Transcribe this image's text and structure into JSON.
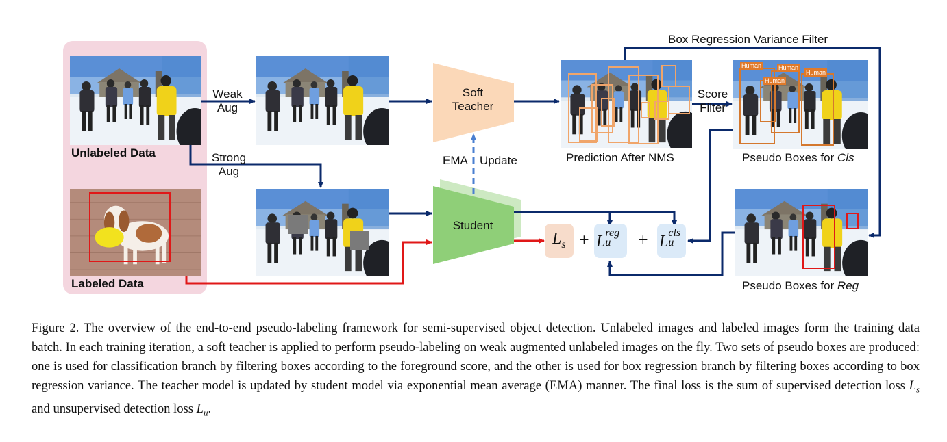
{
  "labels": {
    "unlabeled_data": "Unlabeled Data",
    "labeled_data": "Labeled Data",
    "weak_aug_1": "Weak",
    "weak_aug_2": "Aug",
    "strong_aug_1": "Strong",
    "strong_aug_2": "Aug",
    "soft_teacher_1": "Soft",
    "soft_teacher_2": "Teacher",
    "student": "Student",
    "ema_1": "EMA",
    "ema_2": "Update",
    "prediction_after_nms": "Prediction After NMS",
    "score_filter_1": "Score",
    "score_filter_2": "Filter",
    "box_regression_variance_filter": "Box Regression Variance Filter",
    "pseudo_boxes_cls_prefix": "Pseudo Boxes for ",
    "pseudo_boxes_cls_em": "Cls",
    "pseudo_boxes_reg_prefix": "Pseudo Boxes for ",
    "pseudo_boxes_reg_em": "Reg",
    "human": "Human"
  },
  "losses": {
    "ls_main": "L",
    "ls_sub": "s",
    "plus": "+",
    "lu_main": "L",
    "lu_sub": "u",
    "lu_reg_sup": "reg",
    "lu_cls_sup": "cls"
  },
  "caption": {
    "text_1": "Figure 2. The overview of the end-to-end pseudo-labeling framework for semi-supervised object detection. Unlabeled images and labeled images form the training data batch. In each training iteration, a soft teacher is applied to perform pseudo-labeling on weak augmented unlabeled images on the fly. Two sets of pseudo boxes are produced: one is used for classification branch by filtering boxes according to the foreground score, and the other is used for box regression branch by filtering boxes according to box regression variance. The teacher model is updated by student model via exponential mean average (EMA) manner. The final loss is the sum of supervised detection loss ",
    "math_1": "L",
    "math_1_sub": "s",
    "text_2": " and unsupervised detection loss ",
    "math_2": "L",
    "math_2_sub": "u",
    "text_3": "."
  },
  "colors": {
    "arrow_blue": "#0b2a6b",
    "arrow_red": "#e01818",
    "ema_blue": "#4a7fd0",
    "teacher": "#fbd8b8",
    "student": "#8fcf78",
    "panel": "#f4d6df",
    "loss_s_bg": "#f7dccb",
    "loss_u_bg": "#dbeaf8"
  }
}
